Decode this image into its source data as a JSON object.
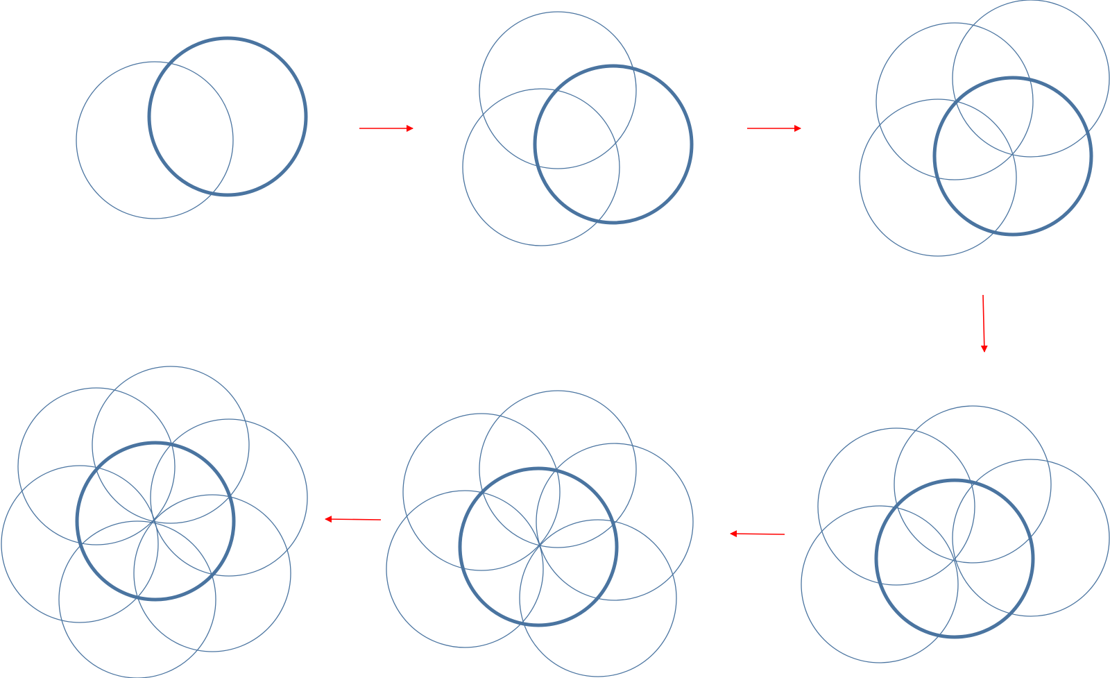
{
  "colors": {
    "circle": "#4a74a0",
    "arrow": "#ff0000",
    "background": "#ffffff"
  },
  "stages": [
    {
      "step": 1,
      "circle_count": 2
    },
    {
      "step": 2,
      "circle_count": 3
    },
    {
      "step": 3,
      "circle_count": 4
    },
    {
      "step": 4,
      "circle_count": 5
    },
    {
      "step": 5,
      "circle_count": 6
    },
    {
      "step": 6,
      "circle_count": 7
    }
  ],
  "arrows": [
    {
      "from": 1,
      "to": 2,
      "direction": "right"
    },
    {
      "from": 2,
      "to": 3,
      "direction": "right"
    },
    {
      "from": 3,
      "to": 4,
      "direction": "down"
    },
    {
      "from": 4,
      "to": 5,
      "direction": "left"
    },
    {
      "from": 5,
      "to": 6,
      "direction": "left"
    }
  ]
}
